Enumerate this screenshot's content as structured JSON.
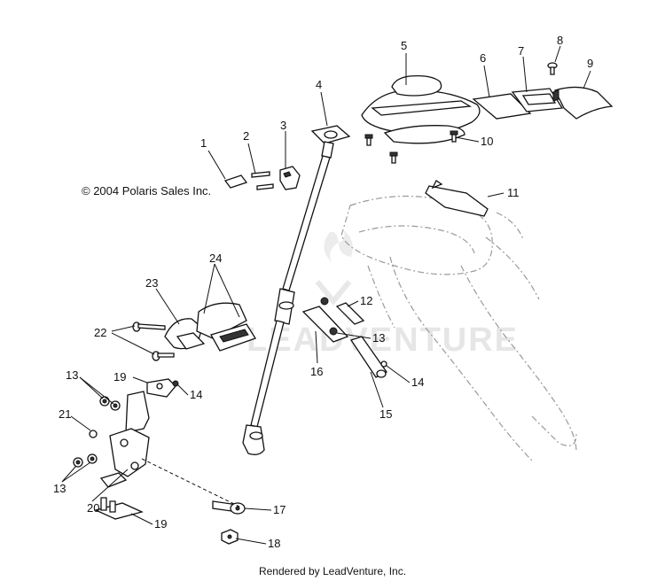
{
  "copyright": "© 2004 Polaris Sales Inc.",
  "footer": "Rendered by LeadVenture, Inc.",
  "watermark": "LEADVENTURE",
  "callouts": {
    "c1": "1",
    "c2": "2",
    "c3": "3",
    "c4": "4",
    "c5": "5",
    "c6": "6",
    "c7": "7",
    "c8": "8",
    "c9": "9",
    "c10": "10",
    "c11": "11",
    "c12": "12",
    "c13a": "13",
    "c13b": "13",
    "c13c": "13",
    "c14a": "14",
    "c14b": "14",
    "c15": "15",
    "c16": "16",
    "c17": "17",
    "c18": "18",
    "c19a": "19",
    "c19b": "19",
    "c20": "20",
    "c21": "21",
    "c22": "22",
    "c23": "23",
    "c24": "24"
  }
}
